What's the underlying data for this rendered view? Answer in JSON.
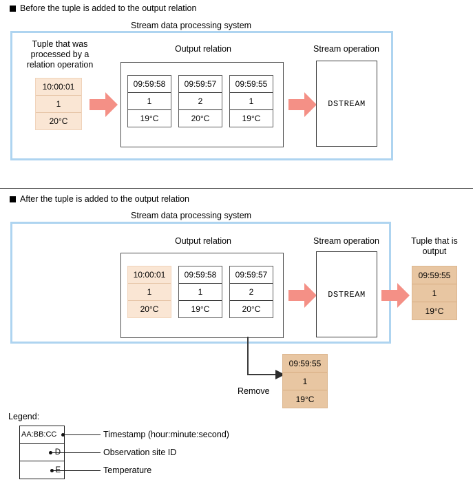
{
  "page": {
    "accent_blue": "#aed4f0",
    "arrow_pink": "#f49086",
    "peach": "#fae6d4",
    "tan": "#e8c6a2"
  },
  "sections": {
    "before": {
      "heading": "Before the tuple is added to the output relation",
      "system_label": "Stream data processing system",
      "input_caption": "Tuple that was\nprocessed by a\nrelation operation",
      "input_tuple": {
        "timestamp": "10:00:01",
        "site": "1",
        "temp": "20°C"
      },
      "relation_caption": "Output relation",
      "relation_tuples": [
        {
          "timestamp": "09:59:58",
          "site": "1",
          "temp": "19°C"
        },
        {
          "timestamp": "09:59:57",
          "site": "2",
          "temp": "20°C"
        },
        {
          "timestamp": "09:59:55",
          "site": "1",
          "temp": "19°C"
        }
      ],
      "operation_caption": "Stream operation",
      "operation_name": "DSTREAM"
    },
    "after": {
      "heading": "After the tuple is added to the output relation",
      "system_label": "Stream data processing system",
      "relation_caption": "Output relation",
      "relation_tuples": [
        {
          "timestamp": "10:00:01",
          "site": "1",
          "temp": "20°C",
          "style": "peach"
        },
        {
          "timestamp": "09:59:58",
          "site": "1",
          "temp": "19°C",
          "style": "white"
        },
        {
          "timestamp": "09:59:57",
          "site": "2",
          "temp": "20°C",
          "style": "white"
        }
      ],
      "operation_caption": "Stream operation",
      "operation_name": "DSTREAM",
      "output_caption": "Tuple that is\noutput",
      "output_tuple": {
        "timestamp": "09:59:55",
        "site": "1",
        "temp": "19°C"
      },
      "remove_label": "Remove",
      "removed_tuple": {
        "timestamp": "09:59:55",
        "site": "1",
        "temp": "19°C"
      }
    }
  },
  "legend": {
    "title": "Legend:",
    "rows": [
      {
        "key": "AA:BB:CC",
        "description": "Timestamp (hour:minute:second)"
      },
      {
        "key": "D",
        "description": "Observation site ID"
      },
      {
        "key": "E",
        "description": "Temperature"
      }
    ]
  }
}
